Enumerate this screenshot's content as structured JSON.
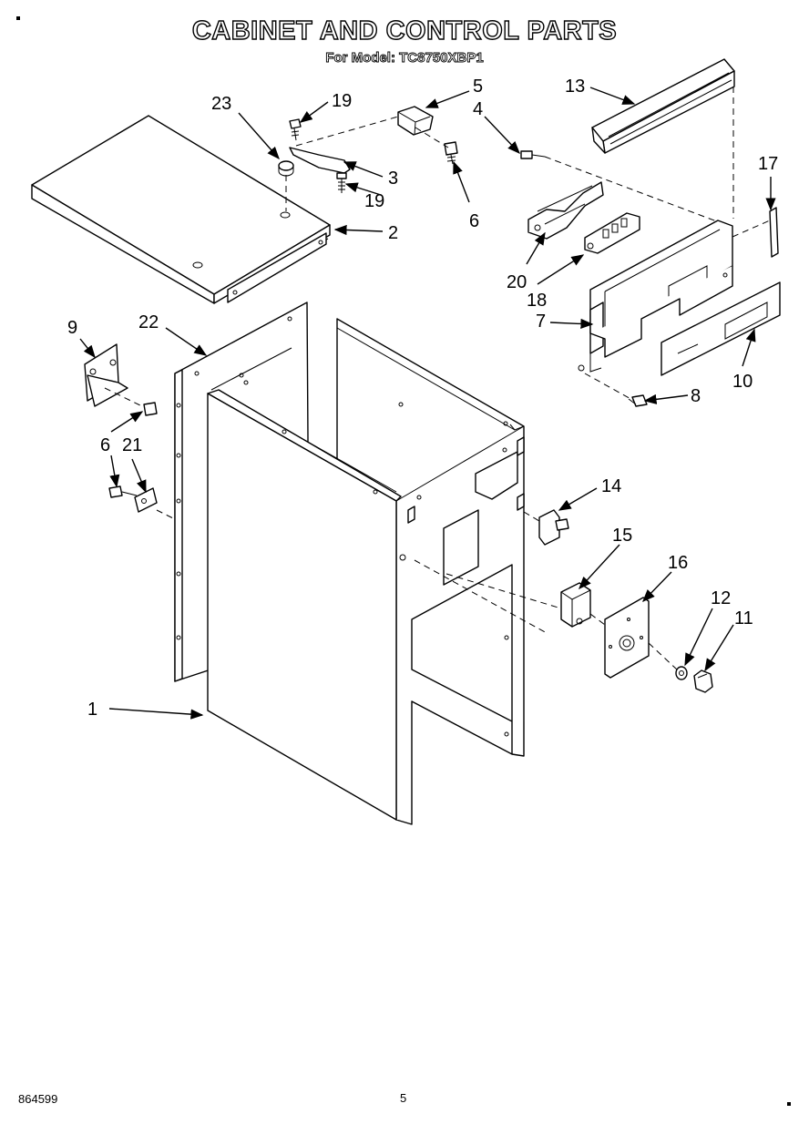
{
  "header": {
    "title": "CABINET AND CONTROL PARTS",
    "subtitle": "For Model: TC8750XBP1"
  },
  "footer": {
    "doc_number": "864599",
    "page_number": "5"
  },
  "callouts": [
    {
      "id": "1",
      "label": "1"
    },
    {
      "id": "2",
      "label": "2"
    },
    {
      "id": "3",
      "label": "3"
    },
    {
      "id": "4",
      "label": "4"
    },
    {
      "id": "5",
      "label": "5"
    },
    {
      "id": "6a",
      "label": "6"
    },
    {
      "id": "6b",
      "label": "6"
    },
    {
      "id": "7",
      "label": "7"
    },
    {
      "id": "8",
      "label": "8"
    },
    {
      "id": "9",
      "label": "9"
    },
    {
      "id": "10",
      "label": "10"
    },
    {
      "id": "11",
      "label": "11"
    },
    {
      "id": "12",
      "label": "12"
    },
    {
      "id": "13",
      "label": "13"
    },
    {
      "id": "14",
      "label": "14"
    },
    {
      "id": "15",
      "label": "15"
    },
    {
      "id": "16",
      "label": "16"
    },
    {
      "id": "17",
      "label": "17"
    },
    {
      "id": "18",
      "label": "18"
    },
    {
      "id": "19a",
      "label": "19"
    },
    {
      "id": "19b",
      "label": "19"
    },
    {
      "id": "20",
      "label": "20"
    },
    {
      "id": "21",
      "label": "21"
    },
    {
      "id": "22",
      "label": "22"
    },
    {
      "id": "23",
      "label": "23"
    }
  ]
}
